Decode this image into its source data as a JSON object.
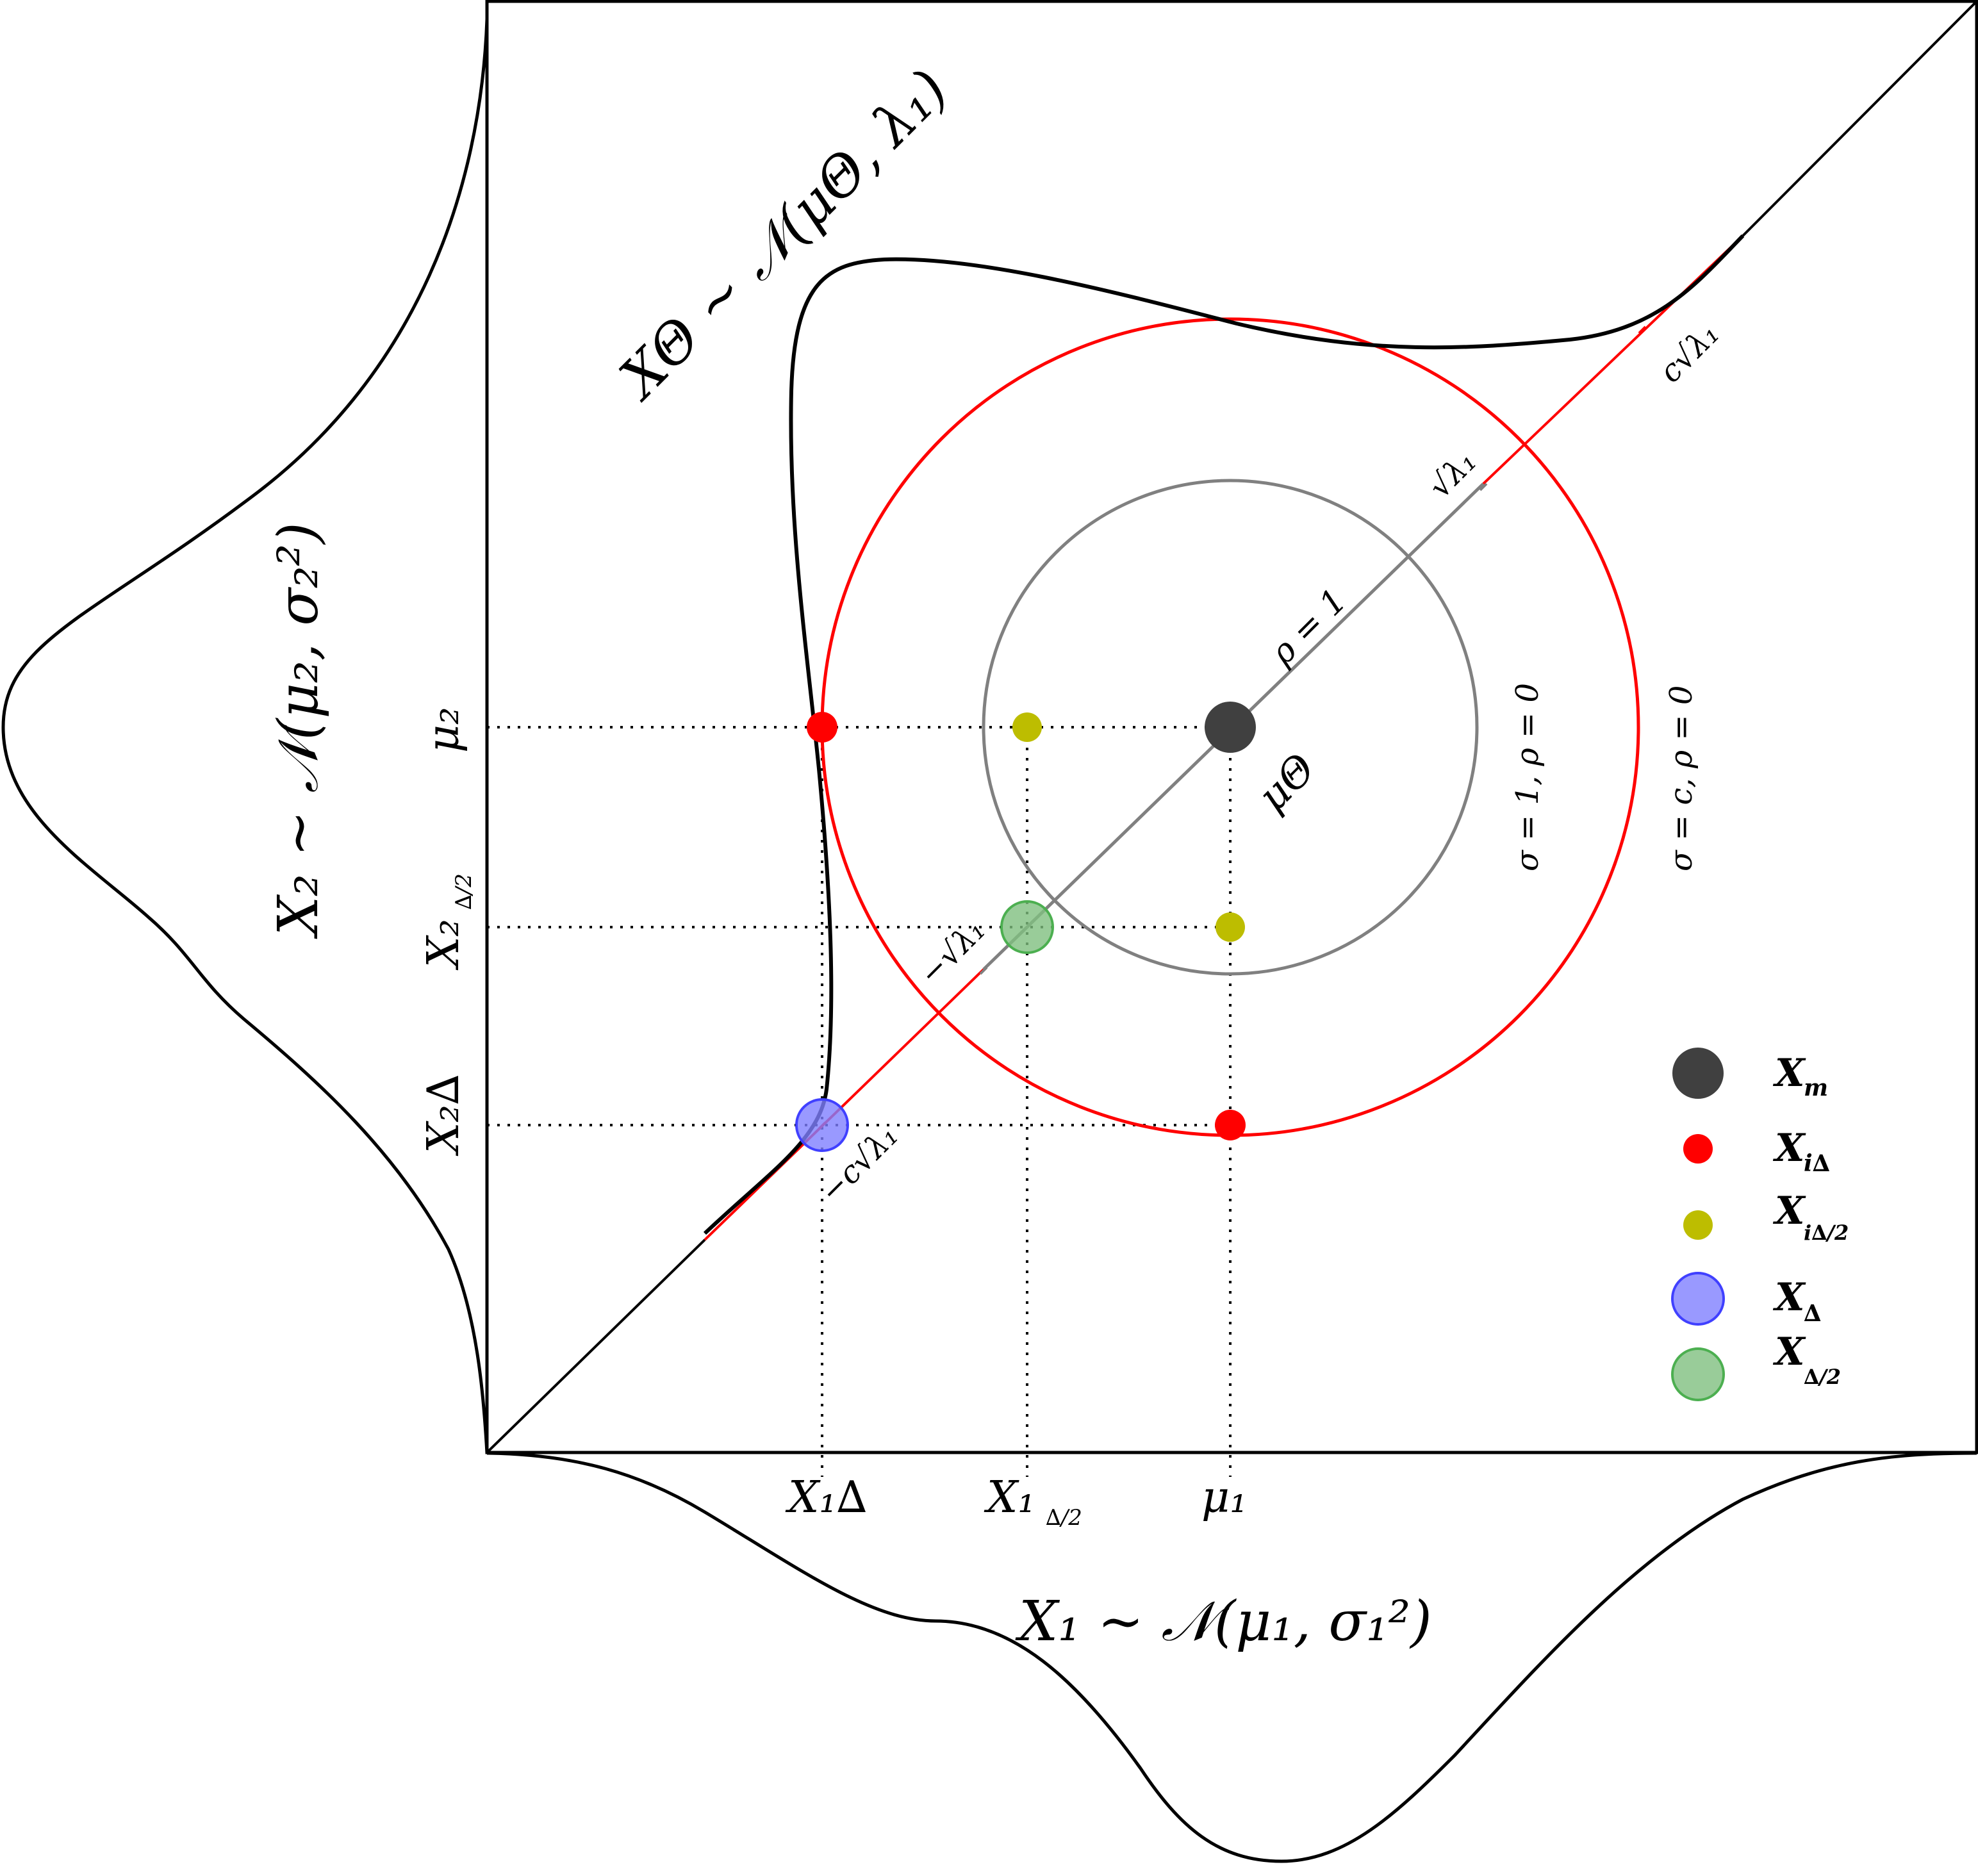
{
  "labels": {
    "x1_delta": "X₁∆",
    "x1_half": "X₁",
    "x1_half_sub": "∆/2",
    "mu1": "μ₁",
    "x1_dist": "X₁ ~ 𝒩(μ₁, σ₁²)",
    "mu2": "μ₂",
    "x2_half": "X₂",
    "x2_half_sub": "∆/2",
    "x2_delta": "X₂∆",
    "x2_dist": "X₂ ~ 𝒩(μ₂, σ₂²)",
    "theta_dist": "XΘ ~ 𝒩(μΘ, λ₁)",
    "mu_theta": "μΘ",
    "rho1": "ρ = 1",
    "sigma1": "σ = 1, ρ = 0",
    "sigmac": "σ = c, ρ = 0",
    "sqrt_l1": "√λ₁",
    "c_sqrt_l1": "c√λ₁",
    "neg_sqrt_l1": "−√λ₁",
    "neg_c_sqrt_l1": "−c√λ₁"
  },
  "legend": {
    "items": [
      {
        "label": "X",
        "sub": "m",
        "color": "#404040"
      },
      {
        "label": "X",
        "sub": "i∆",
        "color": "#ff0000"
      },
      {
        "label": "X",
        "sub": "i∆/2",
        "color": "#bdbd00"
      },
      {
        "label": "X",
        "sub": "∆",
        "color": "#8080ff"
      },
      {
        "label": "X",
        "sub": "∆/2",
        "color": "#7fbf7f"
      }
    ]
  },
  "colors": {
    "red_circle": "#ff0000",
    "gray_circle": "#808080",
    "mean_point": "#404040",
    "yellow_point": "#bdbd00",
    "blue_point": "#8080ff",
    "green_point": "#7fbf7f"
  }
}
